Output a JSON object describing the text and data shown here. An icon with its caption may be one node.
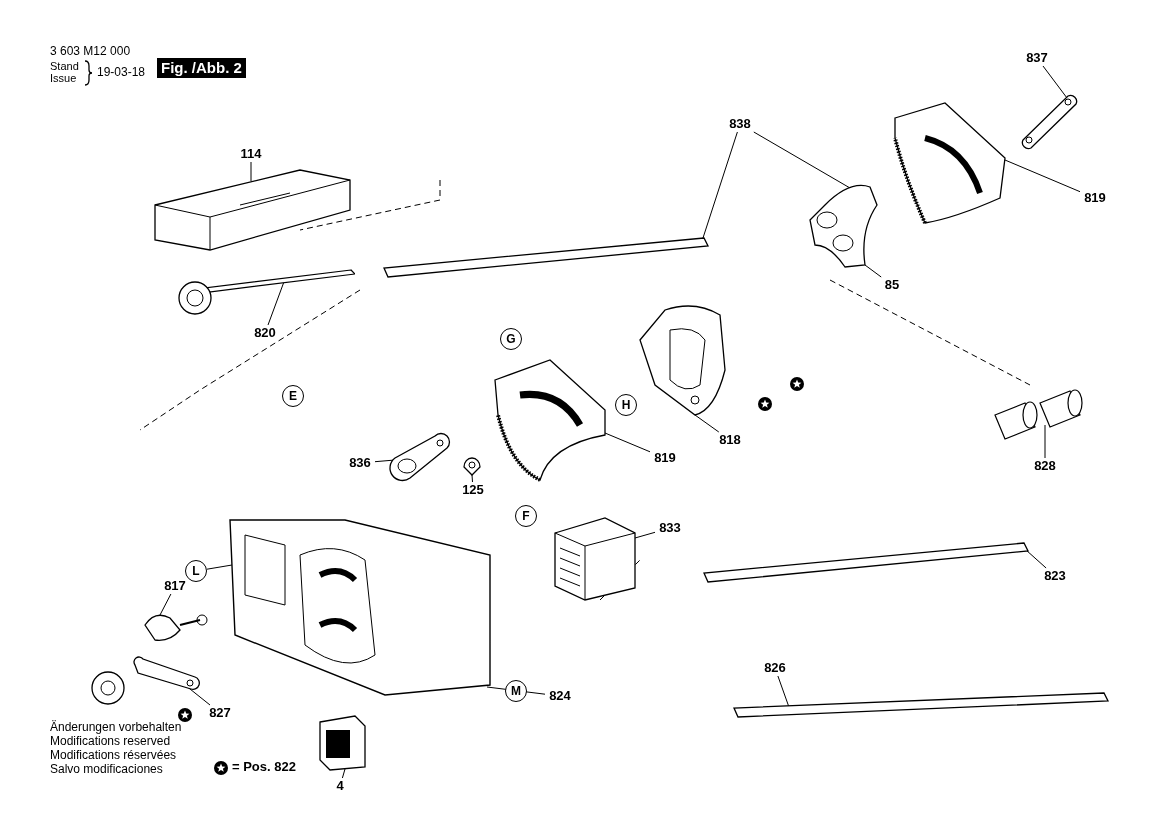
{
  "diagram": {
    "nodes": [
      {
        "text": [
          "837"
        ]
      },
      {
        "text": [],
        "shape": "picture"
      },
      {
        "text": [
          "838"
        ]
      },
      {
        "text": [
          "114"
        ]
      },
      {
        "text": [],
        "shape": "picture"
      },
      {
        "text": [],
        "shape": "bar"
      },
      {
        "text": [],
        "shape": "picture"
      },
      {
        "text": [],
        "shape": "picture"
      },
      {
        "text": [
          "819"
        ]
      },
      {
        "text": [
          "85"
        ]
      },
      {
        "text": [
          "820"
        ]
      },
      {
        "text": [],
        "shape": "picture"
      },
      {
        "text": [
          "G"
        ]
      },
      {
        "text": [],
        "shape": "picture"
      },
      {
        "text": [
          "E"
        ]
      },
      {
        "text": [
          "H"
        ]
      },
      {
        "text": [],
        "shape": "picture"
      },
      {
        "text": [],
        "shape": "picture"
      },
      {
        "text": [
          "836"
        ]
      },
      {
        "text": [],
        "shape": "picture"
      },
      {
        "text": [
          "818"
        ]
      },
      {
        "text": [
          "819"
        ]
      },
      {
        "text": [],
        "shape": "picture"
      },
      {
        "text": [
          "125"
        ]
      },
      {
        "text": [
          "L"
        ]
      },
      {
        "text": [],
        "shape": "picture"
      },
      {
        "text": [
          "828"
        ]
      },
      {
        "text": [
          "F"
        ]
      },
      {
        "text": [],
        "shape": "picture"
      },
      {
        "text": [
          "833"
        ]
      },
      {
        "text": [
          "817"
        ]
      },
      {
        "text": [],
        "shape": "picture"
      },
      {
        "text": [],
        "shape": "bar"
      },
      {
        "text": [
          "823"
        ]
      },
      {
        "text": [
          "826"
        ]
      },
      {
        "text": [],
        "shape": "bar"
      },
      {
        "text": [],
        "shape": "picture"
      },
      {
        "text": [
          "827"
        ]
      },
      {
        "text": [
          "M"
        ]
      },
      {
        "text": [
          "824"
        ]
      },
      {
        "text": [],
        "shape": "picture"
      },
      {
        "text": [
          "4"
        ]
      }
    ],
    "edges": [
      {
        "from": 0,
        "to": 1,
        "arrow": "none"
      },
      {
        "from": 2,
        "to": 5,
        "arrow": "none"
      },
      {
        "from": 2,
        "to": 6,
        "arrow": "none"
      },
      {
        "from": 3,
        "to": 4,
        "arrow": "none"
      },
      {
        "from": 8,
        "to": 7,
        "arrow": "none"
      },
      {
        "from": 9,
        "to": 6,
        "arrow": "none"
      },
      {
        "from": 10,
        "to": 11,
        "arrow": "none"
      },
      {
        "from": 18,
        "to": 19,
        "arrow": "none"
      },
      {
        "from": 20,
        "to": 13,
        "arrow": "none"
      },
      {
        "from": 21,
        "to": 16,
        "arrow": "none"
      },
      {
        "from": 23,
        "to": 22,
        "arrow": "none"
      },
      {
        "from": 24,
        "to": 25,
        "arrow": "none"
      },
      {
        "from": 26,
        "to": 17,
        "arrow": "none"
      },
      {
        "from": 29,
        "to": 28,
        "arrow": "none"
      },
      {
        "from": 30,
        "to": 31,
        "arrow": "none"
      },
      {
        "from": 33,
        "to": 32,
        "arrow": "none"
      },
      {
        "from": 34,
        "to": 35,
        "arrow": "none"
      },
      {
        "from": 37,
        "to": 36,
        "arrow": "none"
      },
      {
        "from": 39,
        "to": 25,
        "arrow": "none"
      },
      {
        "from": 41,
        "to": 40,
        "arrow": "none"
      }
    ],
    "labels": [
      "3 603 M12 000",
      "Stand",
      "Issue",
      "19-03-18",
      "Fig. /Abb. 2",
      "Änderungen vorbehalten",
      "Modifications reserved",
      "Modifications réservées",
      "Salvo modificaciones",
      "= Pos. 822"
    ]
  }
}
